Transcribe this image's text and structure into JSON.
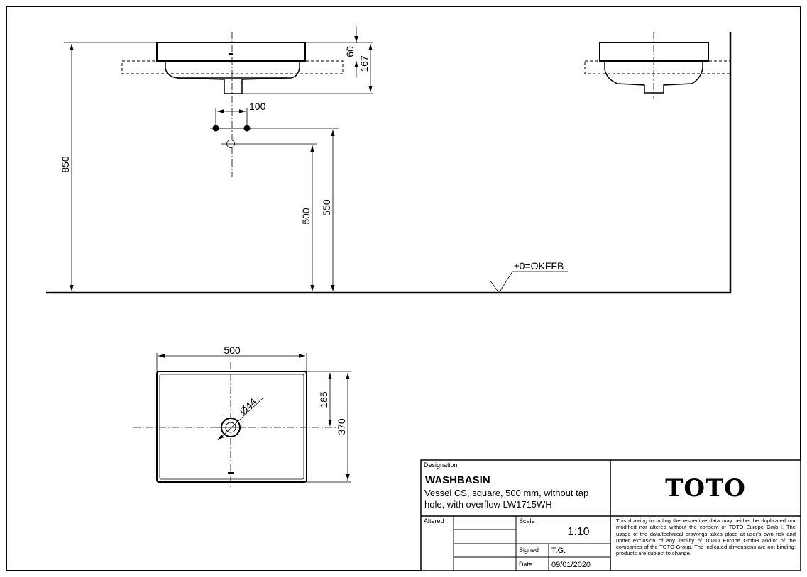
{
  "dimensions": {
    "height_850": "850",
    "height_500": "500",
    "height_550": "550",
    "rim_60": "60",
    "bowl_167": "167",
    "tap_spacing_100": "100",
    "floor_label": "±0=OKFFB",
    "width_500": "500",
    "depth_370": "370",
    "center_185": "185",
    "drain_diameter": "Ø44"
  },
  "title_block": {
    "designation_label": "Designation",
    "title": "WASHBASIN",
    "description_line1": "Vessel CS, square, 500 mm, without tap",
    "description_line2": "hole, with overflow LW1715WH",
    "altered_label": "Altered",
    "scale_label": "Scale",
    "scale_value": "1:10",
    "signed_label": "Signed",
    "signed_value": "T.G.",
    "date_label": "Date",
    "date_value": "09/01/2020",
    "brand": "TOTO",
    "disclaimer": "This drawing including the respective data may neither be duplicated nor modified nor altered without the consent of TOTO Europe GmbH. The usage of the data/technical drawings takes place at user's own risk and under exclusion of any liability of TOTO Europe GmbH and/or of the companies of the TOTO-Group. The indicated dimensions are not binding; products are subject to change."
  }
}
